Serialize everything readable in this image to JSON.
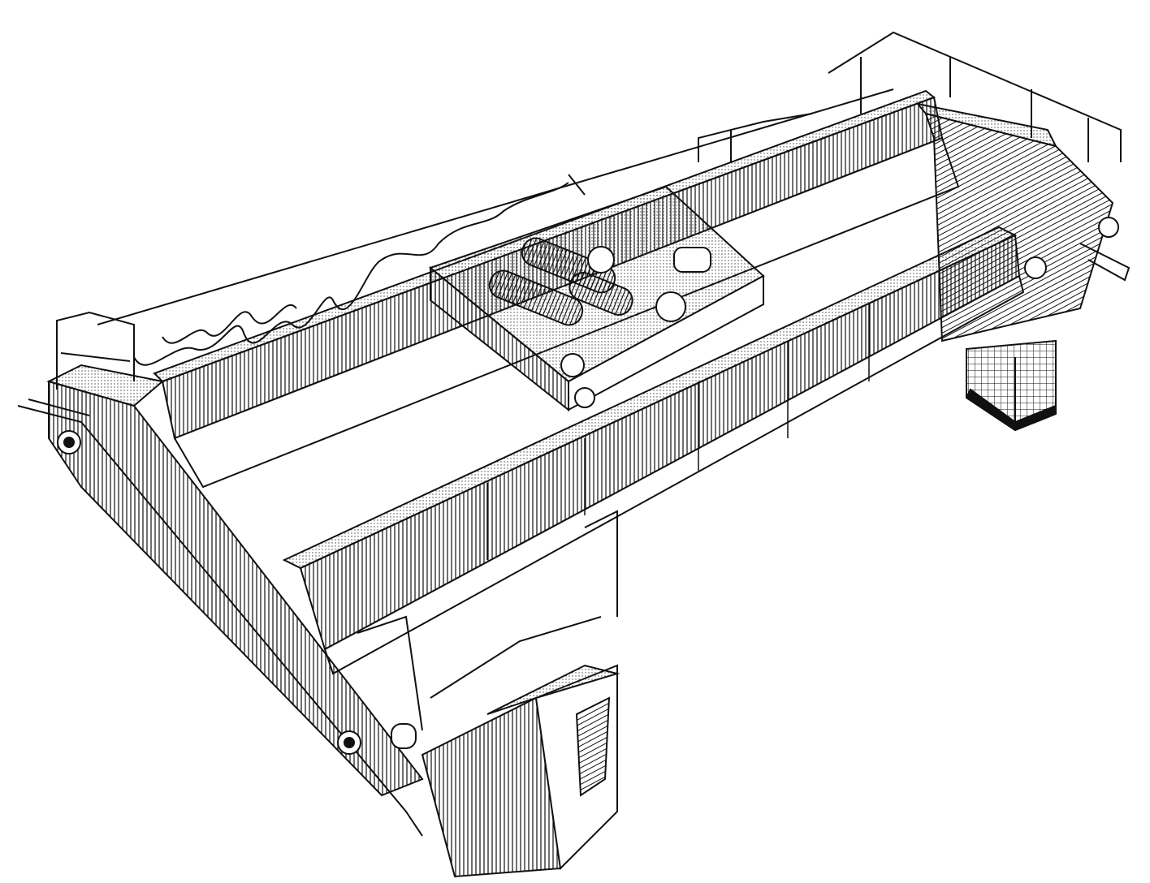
{
  "illustration": {
    "background": "#ffffff",
    "ink": "#111111",
    "shade": "#6a6a6a",
    "components": [
      "near-girder",
      "far-girder",
      "left-end-truck",
      "right-end-truck",
      "trolley",
      "hoist-drums",
      "festoon-cable",
      "walkway-railings",
      "operator-cab",
      "maintenance-cage",
      "runway-rails"
    ]
  }
}
